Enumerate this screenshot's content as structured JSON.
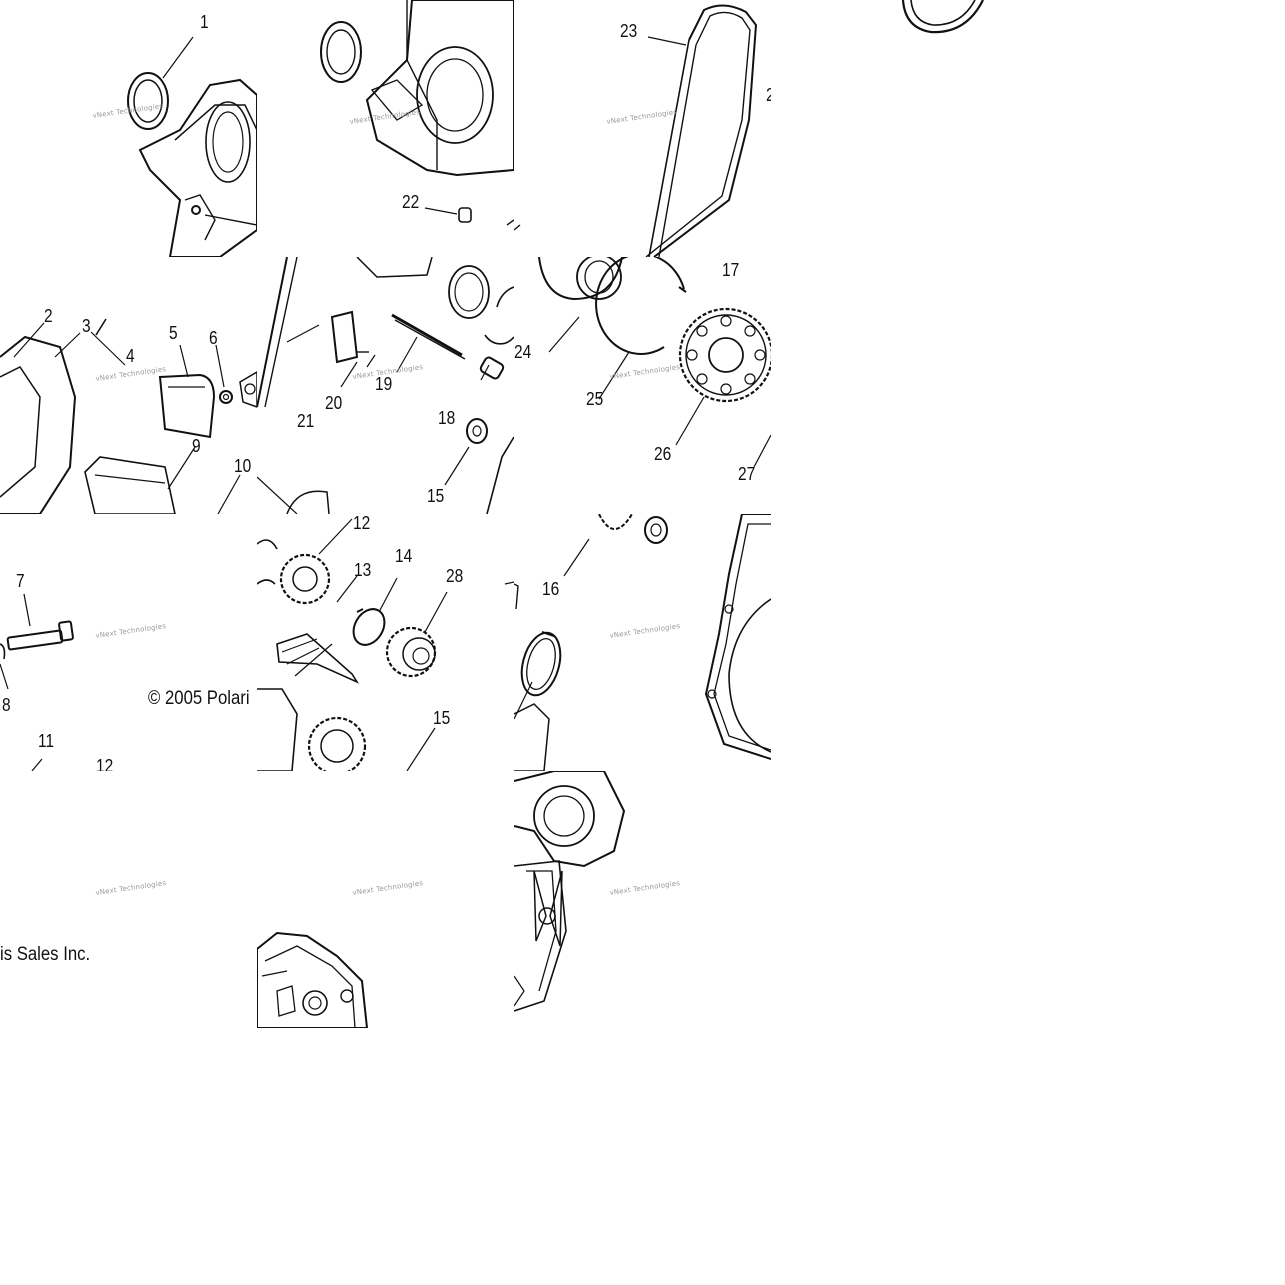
{
  "watermark": "vNext Technologies",
  "copyright_left": "© 2005 Polari",
  "copyright_right": "is Sales Inc.",
  "callouts": {
    "c1": "1",
    "c2": "2",
    "c3": "3",
    "c4": "4",
    "c5": "5",
    "c6": "6",
    "c7": "7",
    "c8": "8",
    "c9": "9",
    "c10": "10",
    "c11": "11",
    "c12": "12",
    "c12b": "12",
    "c13": "13",
    "c14": "14",
    "c15": "15",
    "c15b": "15",
    "c16": "16",
    "c17": "17",
    "c18": "18",
    "c19": "19",
    "c20": "20",
    "c21": "21",
    "c22": "22",
    "c23": "23",
    "c2b": "2",
    "c24": "24",
    "c25": "25",
    "c26": "26",
    "c27": "27",
    "c28": "28"
  },
  "colors": {
    "line": "#111111",
    "background": "#ffffff",
    "watermark": "#9a9a9a"
  }
}
